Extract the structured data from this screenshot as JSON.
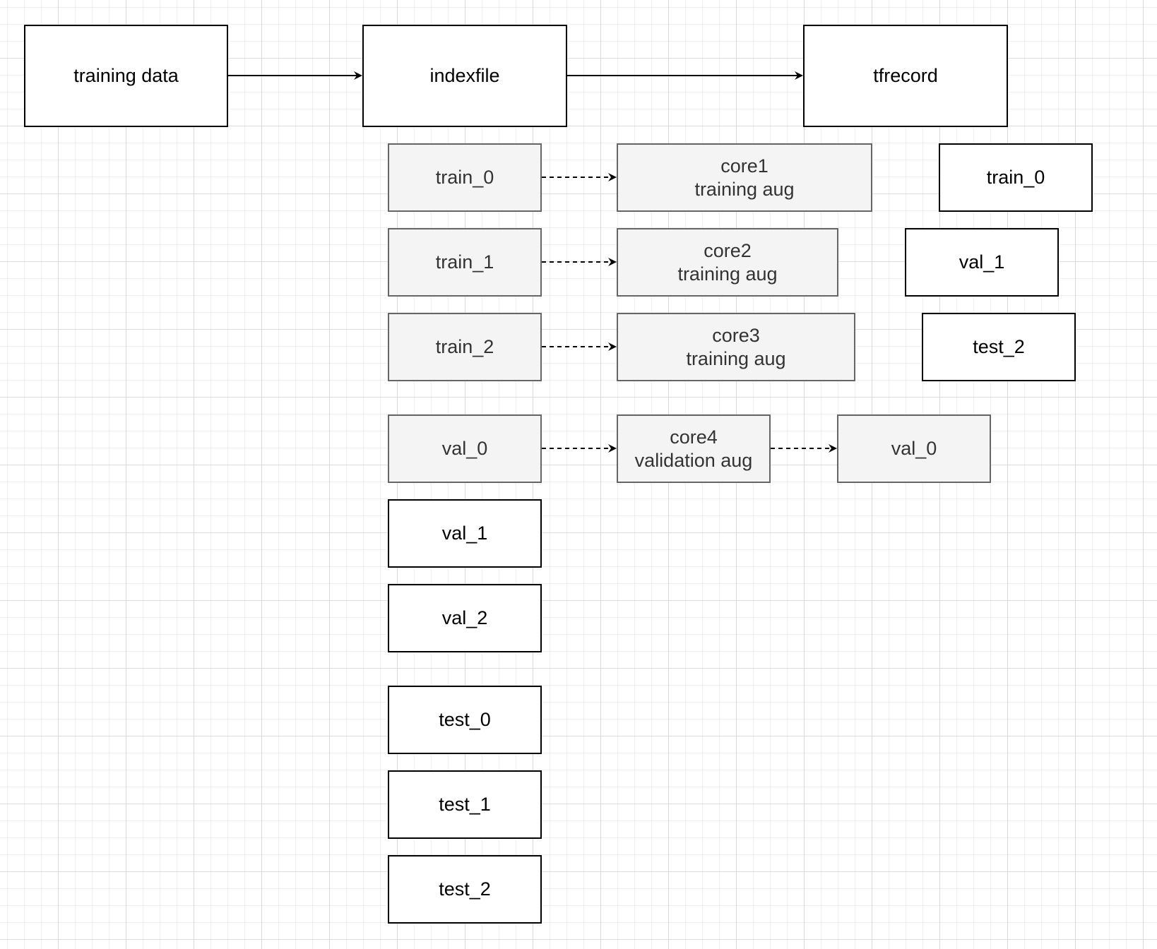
{
  "diagram": {
    "header_nodes": {
      "training_data": "training data",
      "indexfile": "indexfile",
      "tfrecord": "tfrecord"
    },
    "index_splits": {
      "train_0": "train_0",
      "train_1": "train_1",
      "train_2": "train_2",
      "val_0": "val_0",
      "val_1": "val_1",
      "val_2": "val_2",
      "test_0": "test_0",
      "test_1": "test_1",
      "test_2": "test_2"
    },
    "cores": {
      "core1": "core1\ntraining aug",
      "core2": "core2\ntraining aug",
      "core3": "core3\ntraining aug",
      "core4": "core4\nvalidation aug"
    },
    "tfrecord_outputs": {
      "train_0": "train_0",
      "val_1": "val_1",
      "test_2": "test_2",
      "val_0": "val_0"
    },
    "edges": [
      {
        "from": "training data",
        "to": "indexfile",
        "style": "solid"
      },
      {
        "from": "indexfile",
        "to": "tfrecord",
        "style": "solid"
      },
      {
        "from": "train_0",
        "to": "core1",
        "style": "dashed"
      },
      {
        "from": "train_1",
        "to": "core2",
        "style": "dashed"
      },
      {
        "from": "train_2",
        "to": "core3",
        "style": "dashed"
      },
      {
        "from": "val_0",
        "to": "core4",
        "style": "dashed"
      },
      {
        "from": "core4",
        "to": "val_0",
        "style": "dashed"
      }
    ],
    "colors": {
      "stroke": "#000000",
      "muted_stroke": "#666666",
      "muted_fill": "#f4f4f4",
      "muted_text": "#333333",
      "grid": "#dcdcdc"
    }
  }
}
